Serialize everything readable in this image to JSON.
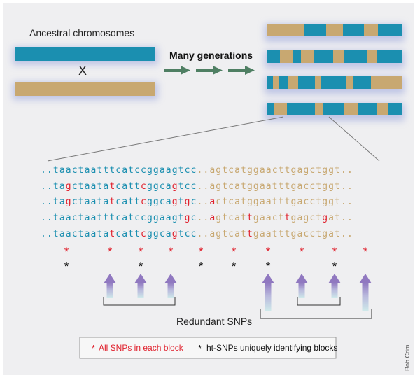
{
  "labels": {
    "ancestral": "Ancestral chromosomes",
    "cross": "X",
    "generations": "Many generations",
    "redundant": "Redundant SNPs",
    "legend_all": "All SNPs in each block",
    "legend_ht": "ht-SNPs uniquely identifying blocks",
    "star": "*",
    "credit": "Bob Crimi"
  },
  "colors": {
    "blue": "#1b8fb0",
    "tan": "#c8a871",
    "red": "#e0202c",
    "arrow_green": "#4f7f63",
    "up_arrow": "#a08ac4"
  },
  "sequences": [
    "..taactaatttcatccggaagtcc..agtcatggaacttgagctggt..",
    "..tagctaatatcattcggcagtcc..agtcatggaatttgacctggt..",
    "..tagctaatatcattcggcagtgc..actcatggaatttgacctggt..",
    "..taactaatttcatccggaagtgc..agtcattgaacttgagctgat..",
    "..taactaatatcattcggcagtcc..agtcattgaatttgacctgat.."
  ],
  "red_positions": [
    [],
    [
      4,
      11,
      16,
      21
    ],
    [
      4,
      11,
      16,
      21,
      23,
      27
    ],
    [
      23,
      27,
      33,
      39,
      45
    ],
    [
      11,
      16,
      21,
      33
    ]
  ]
}
